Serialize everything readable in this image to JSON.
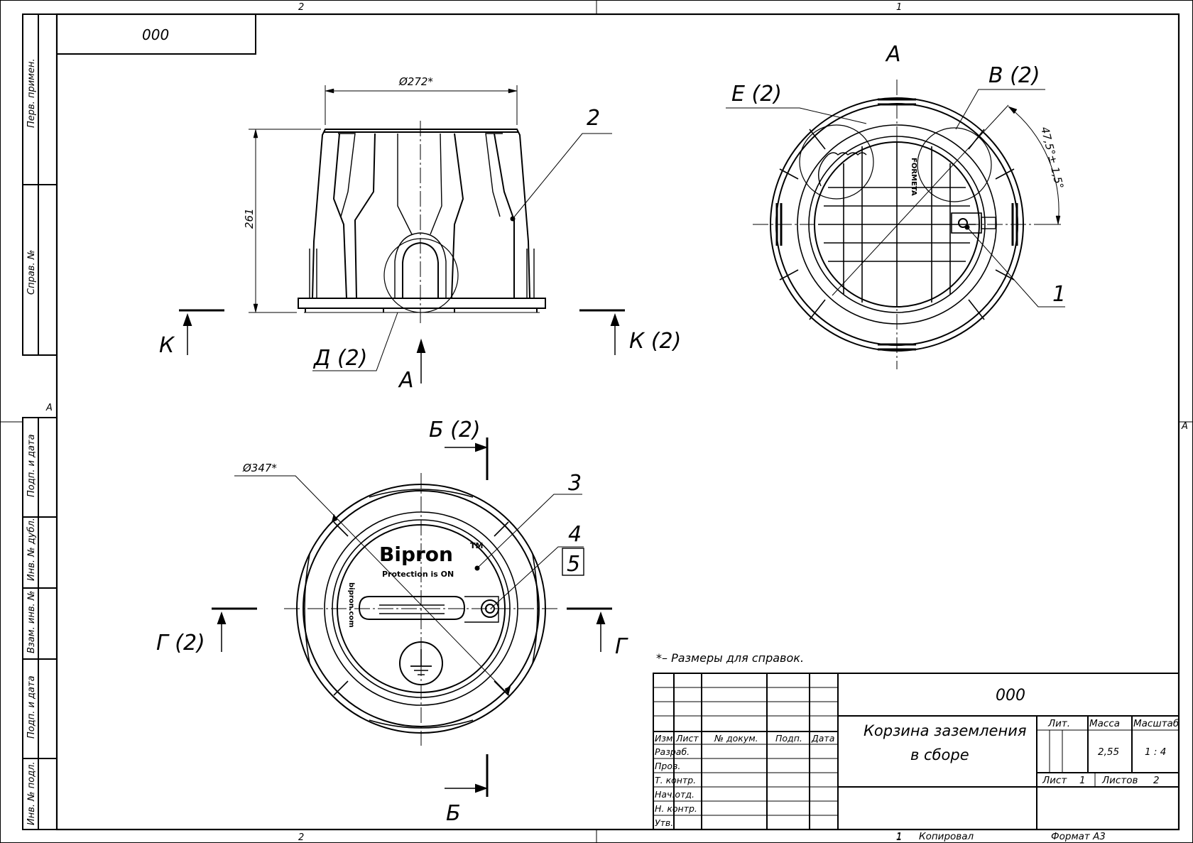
{
  "zones": {
    "top_left": "2",
    "top_right": "1",
    "bottom_left": "2",
    "bottom_right": "1",
    "left_mid": "A",
    "right_mid": "A"
  },
  "stamp_top": "000",
  "side_labels": {
    "perv_primen": "Перв. примен.",
    "sprav_no": "Справ. №",
    "podp_data_1": "Подп. и дата",
    "inv_dubl": "Инв. № дубл.",
    "vzam_inv": "Взам. инв. №",
    "podp_data_2": "Подп. и дата",
    "inv_podl": "Инв. № подл."
  },
  "views": {
    "front": {
      "dim_diameter": "Ø272*",
      "dim_height": "261",
      "leader_2": "2",
      "section_k_left": "К",
      "section_k_right": "К (2)",
      "detail_d": "Д (2)",
      "arrow_a": "А"
    },
    "top": {
      "title": "А",
      "callout_e": "Е (2)",
      "callout_v": "В (2)",
      "angle": "47,5°± 1,5°",
      "leader_1": "1",
      "brand_text": "FORMETA"
    },
    "bottom": {
      "section_b_top": "Б (2)",
      "section_b_bottom": "Б",
      "section_g_left": "Г (2)",
      "section_g_right": "Г",
      "dim_diameter": "Ø347*",
      "leader_3": "3",
      "leader_4": "4",
      "leader_5": "5",
      "brand": "Bipron",
      "tm": "TM",
      "slogan": "Protection is ON",
      "site": "bipron.com"
    }
  },
  "note": "*– Размеры для справок.",
  "title_block": {
    "doc_number": "000",
    "name_line1": "Корзина заземления",
    "name_line2": "в сборе",
    "col_izm": "Изм.",
    "col_list": "Лист",
    "col_docnum": "№ докум.",
    "col_podp": "Подп.",
    "col_data": "Дата",
    "row_razrab": "Разраб.",
    "row_prov": "Пров.",
    "row_tkontr": "Т. контр.",
    "row_nachotd": "Нач.отд.",
    "row_nkontr": "Н. контр.",
    "row_utv": "Утв.",
    "lit": "Лит.",
    "massa": "Масса",
    "masshtab": "Масштаб",
    "massa_value": "2,55",
    "scale_value": "1 : 4",
    "sheet_label": "Лист",
    "sheet_value": "1",
    "sheets_label": "Листов",
    "sheets_value": "2"
  },
  "footer": {
    "sheet_num": "1",
    "kopiroval": "Копировал",
    "format": "Формат А3"
  }
}
